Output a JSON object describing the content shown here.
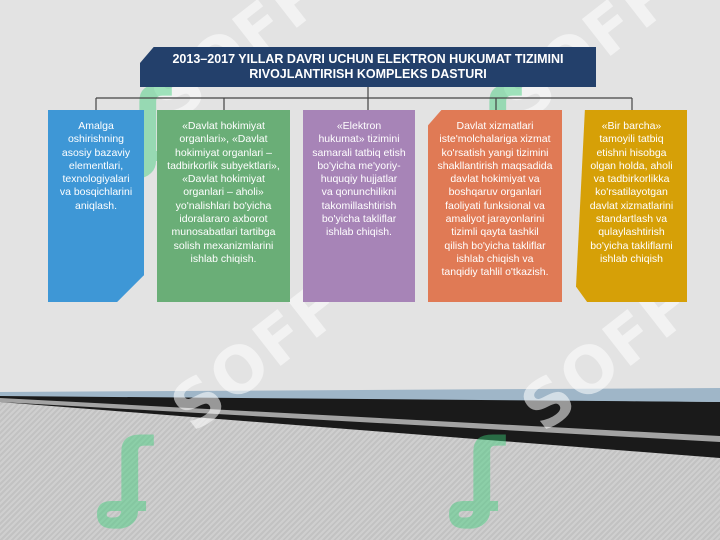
{
  "title": {
    "line1": "2013–2017 YILLAR DAVRI UCHUN ELEKTRON HUKUMAT TIZIMINI",
    "line2": "RIVOJLANTIRISH KOMPLEKS DASTURI"
  },
  "cards": [
    {
      "text": "Amalga\noshirishning\nasosiy bazaviy\nelementlari,\ntexnologiyalari\nva bosqichlarini\naniqlash.",
      "color": "#3e97d6"
    },
    {
      "text": "«Davlat hokimiyat\norganlari», «Davlat\nhokimiyat organlari –\ntadbirkorlik subyektlari»,\n«Davlat hokimiyat\norganlari – aholi»\nyo'nalishlari bo'yicha\nidoralararo axborot\nmunosabatlari tartibga\nsolish mexanizmlarini\nishlab chiqish.",
      "color": "#6aae77"
    },
    {
      "text": "«Elektron\nhukumat» tizimini\nsamarali tatbiq etish\nbo'yicha me'yoriy-\nhuquqiy hujjatlar\nva qonunchilikni\ntakomillashtirish\nbo'yicha takliflar\nishlab chiqish.",
      "color": "#a784b7"
    },
    {
      "text": "Davlat xizmatlari\niste'molchalariga xizmat\nko'rsatish yangi tizimini\nshakllantirish maqsadida\ndavlat hokimiyat va\nboshqaruv organlari\nfaoliyati funksional va\namaliyot jarayonlarini\ntizimli qayta tashkil\nqilish bo'yicha takliflar\nishlab chiqish va\ntanqidiy tahlil o'tkazish.",
      "color": "#e07a55"
    },
    {
      "text": "«Bir barcha»\ntamoyili tatbiq\netishni hisobga\nolgan holda, aholi\nva tadbirkorlikka\nko'rsatilayotgan\ndavlat xizmatlarini\nstandartlash va\nqulaylashtirish\nbo'yicha takliflarni\nishlab chiqish",
      "color": "#d6a007"
    }
  ],
  "watermark": {
    "text": "SOFF",
    "mark": "ʆ"
  }
}
